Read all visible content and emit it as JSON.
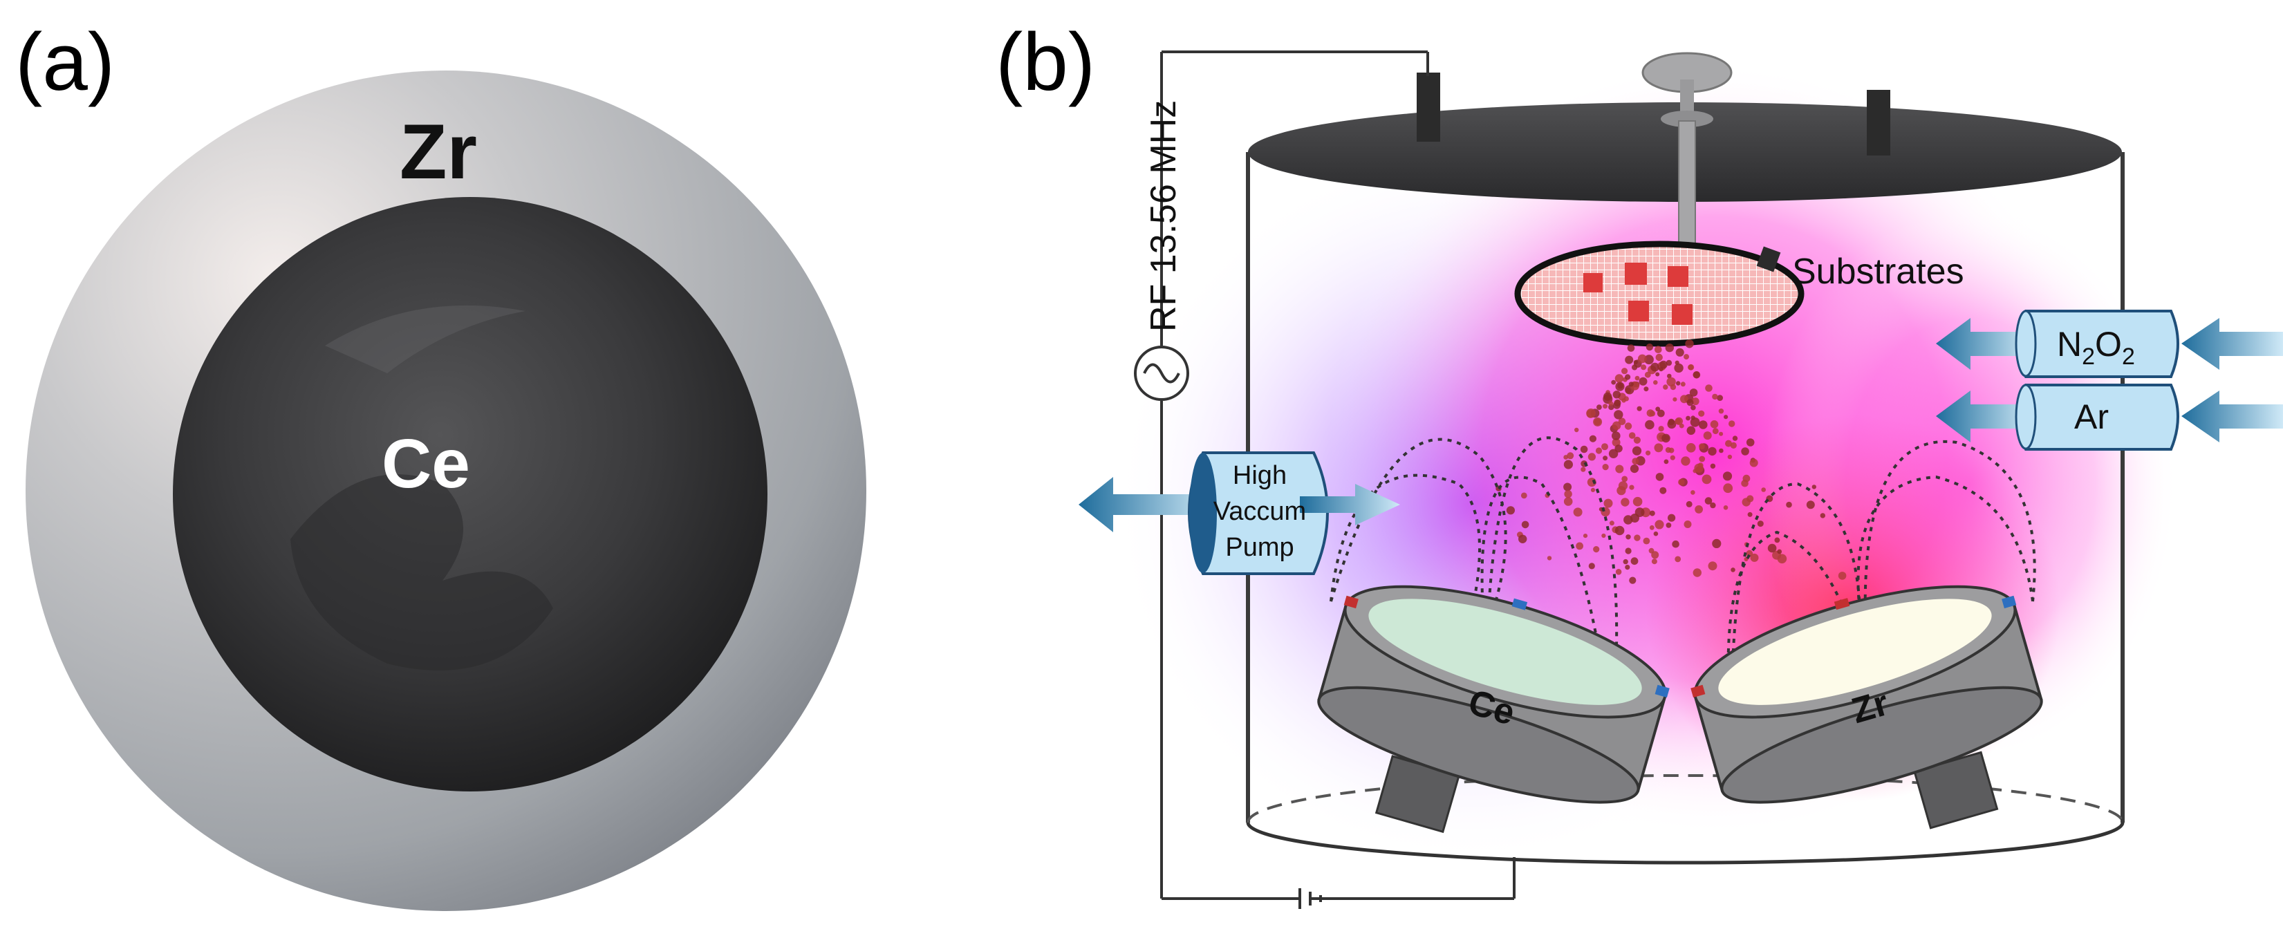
{
  "panel_a": {
    "label": "(a)",
    "shell_label": "Zr",
    "core_label": "Ce"
  },
  "panel_b": {
    "label": "(b)",
    "rf_label": "RF 13.56 MHz",
    "substrates_label": "Substrates",
    "gas_1_prefix": "N",
    "gas_1_sub1": "2",
    "gas_1_mid": "O",
    "gas_1_sub2": "2",
    "gas_2_label": "Ar",
    "pump_line_1": "High",
    "pump_line_2": "Vaccum",
    "pump_line_3": "Pump",
    "target_left_label": "Ce",
    "target_right_label": "Zr"
  },
  "colors": {
    "shell": "#a9adb2",
    "core": "#2e2e30",
    "lid": "#3c3c3e",
    "plasma_left": "#a447ff",
    "plasma_center": "#ff2fc8",
    "plasma_right": "#ff1f4e",
    "flow_arrow": "#2f86b6",
    "inlet_fill": "#bfe2f5",
    "target_body": "#8e8e90",
    "target_face_left": "#cde8d6",
    "target_face_right": "#fdfbe9",
    "substrate_tile": "#dd3b3b"
  }
}
